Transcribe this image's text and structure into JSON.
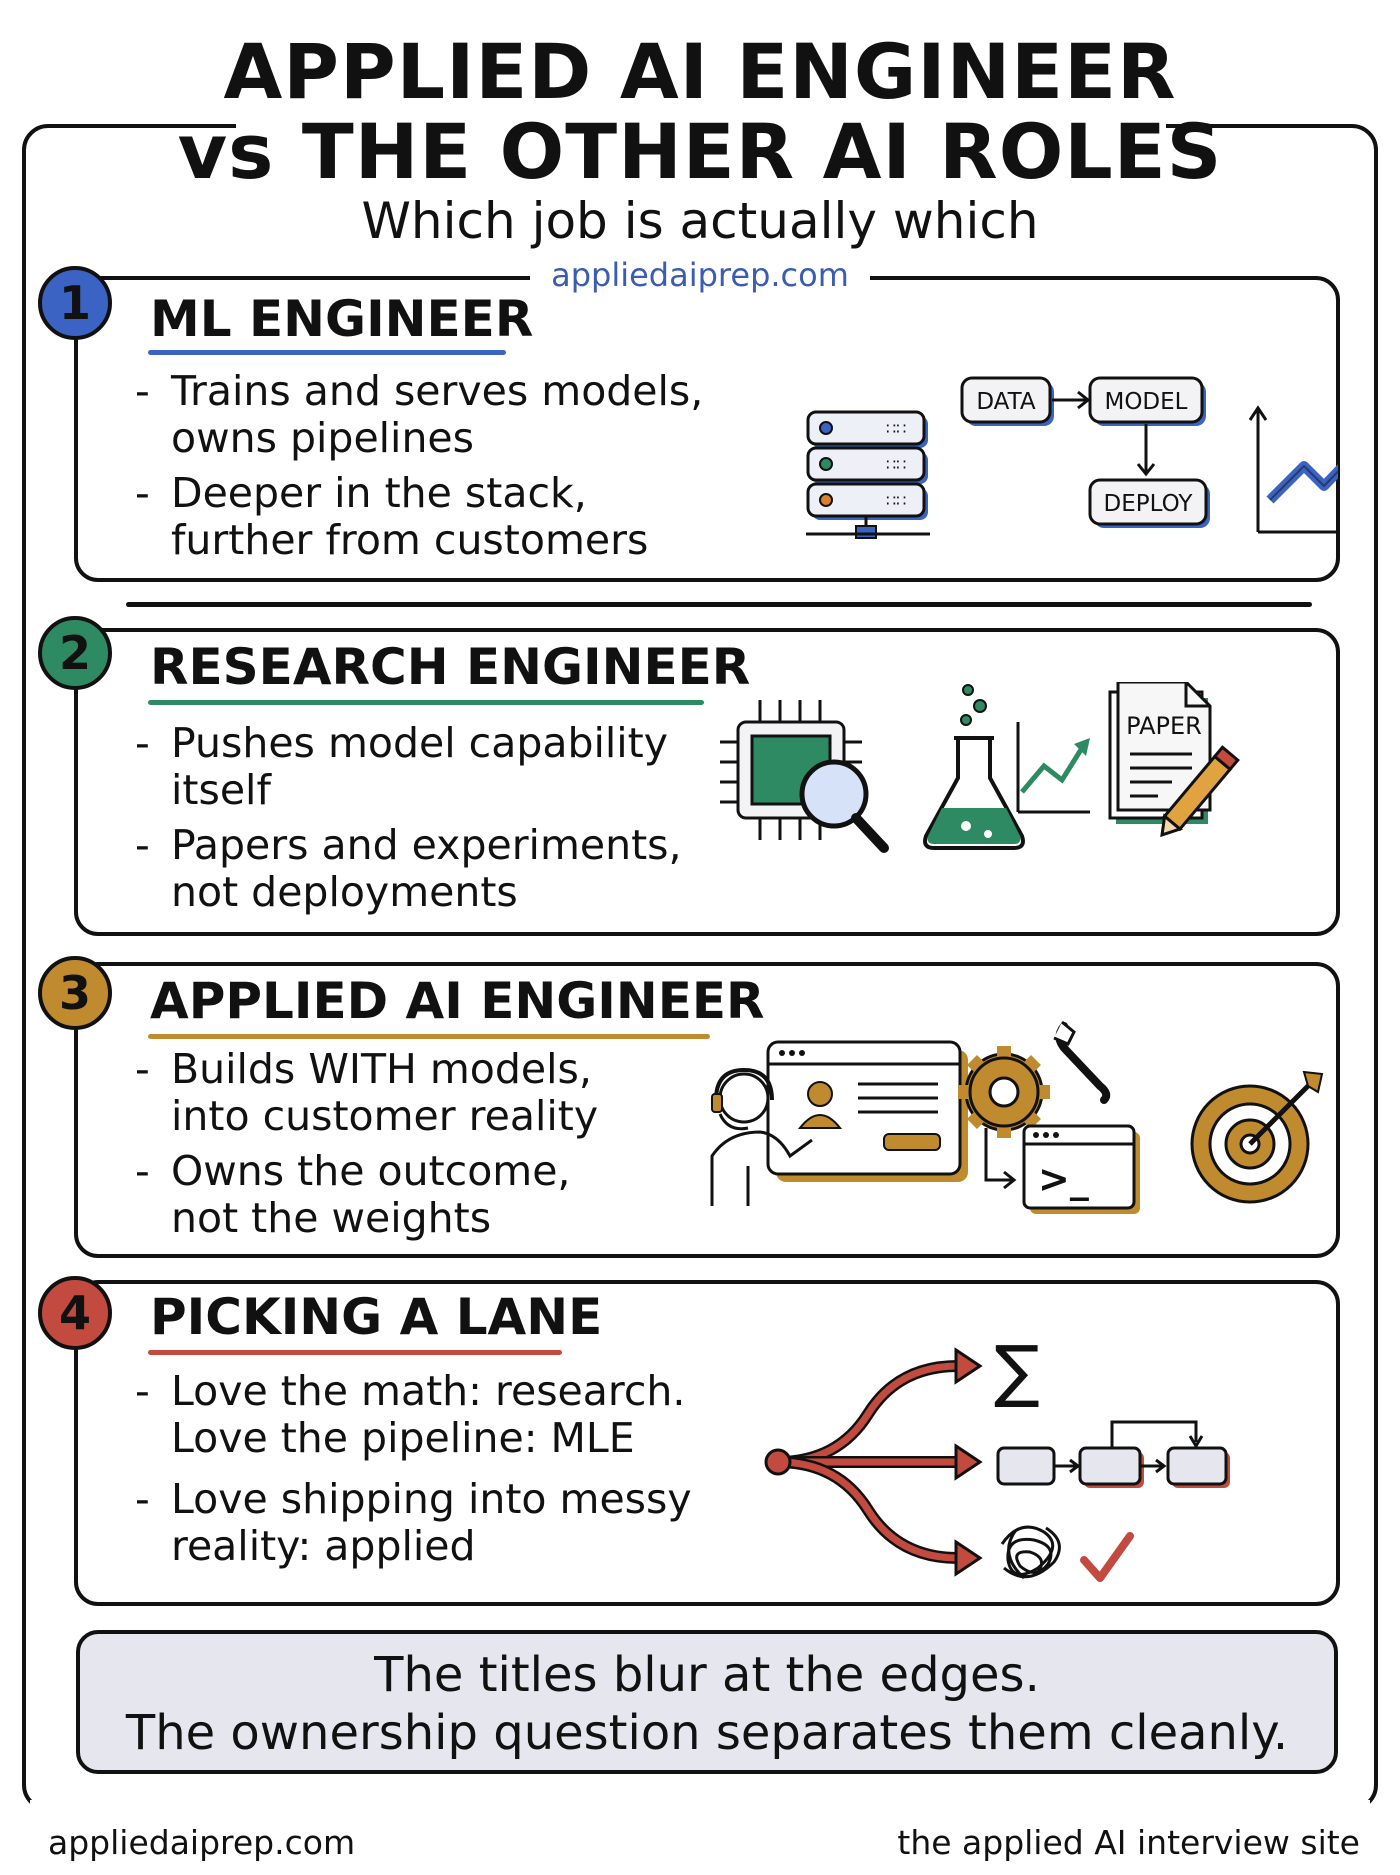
{
  "header": {
    "title_line1": "APPLIED AI ENGINEER",
    "title_line2": "vs THE OTHER AI ROLES",
    "subtitle": "Which job is actually which",
    "site": "appliedaiprep.com"
  },
  "sections": [
    {
      "number": "1",
      "heading": "ML ENGINEER",
      "color": "#3b63c4",
      "bullets": [
        [
          "Trains and serves models,",
          "owns pipelines"
        ],
        [
          "Deeper in the stack,",
          "further from customers"
        ]
      ],
      "icon_labels": [
        "DATA",
        "MODEL",
        "DEPLOY"
      ],
      "icons": [
        "server-icon",
        "pipeline-diagram-icon",
        "growth-chart-icon"
      ]
    },
    {
      "number": "2",
      "heading": "RESEARCH ENGINEER",
      "color": "#2e8a62",
      "bullets": [
        [
          "Pushes model capability",
          "itself"
        ],
        [
          "Papers and experiments,",
          "not deployments"
        ]
      ],
      "icon_labels": [
        "PAPER"
      ],
      "icons": [
        "chip-magnifier-icon",
        "flask-chart-icon",
        "paper-pencil-icon"
      ]
    },
    {
      "number": "3",
      "heading": "APPLIED AI ENGINEER",
      "color": "#c08a2e",
      "bullets": [
        [
          "Builds WITH models,",
          "into customer reality"
        ],
        [
          "Owns the outcome,",
          "not the weights"
        ]
      ],
      "icon_labels": [
        ">_"
      ],
      "icons": [
        "support-agent-icon",
        "gear-terminal-icon",
        "target-icon"
      ]
    },
    {
      "number": "4",
      "heading": "PICKING A LANE",
      "color": "#c24a3e",
      "bullets": [
        [
          "Love the math: research.",
          "Love the pipeline: MLE"
        ],
        [
          "Love shipping into messy",
          "reality: applied"
        ]
      ],
      "icon_labels": [
        "∑"
      ],
      "icons": [
        "branching-arrows-icon",
        "sigma-icon",
        "pipeline-boxes-icon",
        "scribble-icon",
        "check-icon"
      ]
    }
  ],
  "closing": {
    "line1": "The titles blur at the edges.",
    "line2": "The ownership question separates them cleanly."
  },
  "footer": {
    "left": "appliedaiprep.com",
    "right": "the applied AI interview site"
  }
}
